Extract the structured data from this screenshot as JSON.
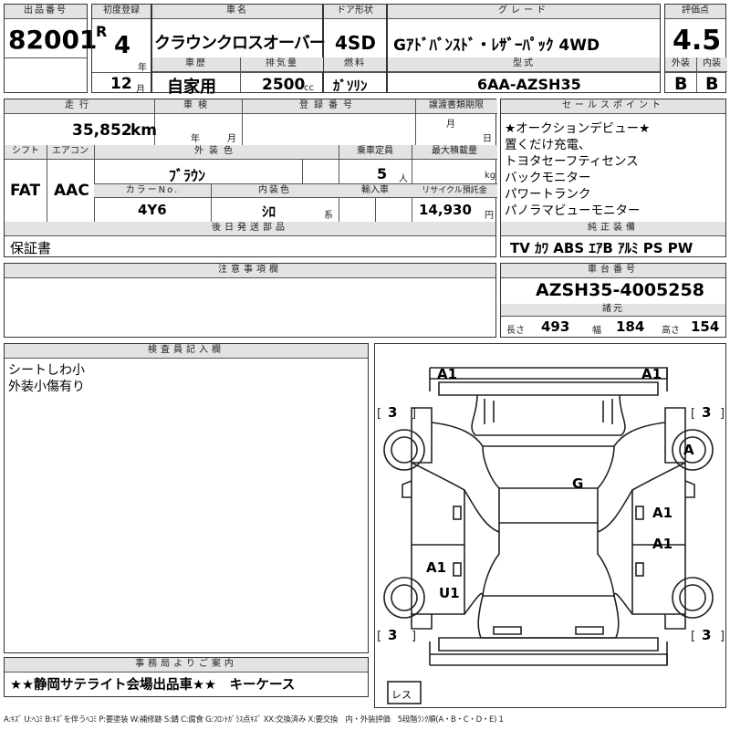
{
  "header": {
    "lot_no_label": "出品番号",
    "lot_no": "82001",
    "first_reg_label": "初度登録",
    "era": "R",
    "year": "4",
    "year_unit": "年",
    "month": "12",
    "month_unit": "月",
    "car_name_label": "車名",
    "car_name": "クラウンクロスオーバー",
    "door_label": "ドア形状",
    "door": "4SD",
    "grade_label": "グレード",
    "grade": "Gｱﾄﾞﾊﾞﾝｽﾄﾞ・ﾚｻﾞｰﾊﾟｯｸ 4WD",
    "score_label": "評価点",
    "score": "4.5",
    "history_label": "車歴",
    "history": "自家用",
    "displacement_label": "排気量",
    "displacement": "2500",
    "displacement_unit": "cc",
    "fuel_label": "燃料",
    "fuel": "ｶﾞｿﾘﾝ",
    "model_label": "型式",
    "model": "6AA-AZSH35",
    "exterior_label": "外装",
    "exterior_grade": "B",
    "interior_label": "内装",
    "interior_grade": "B"
  },
  "details": {
    "mileage_label": "走行",
    "mileage": "35,852",
    "mileage_unit": "km",
    "inspection_label": "車検",
    "insp_year_unit": "年",
    "insp_month_unit": "月",
    "reg_no_label": "登録番号",
    "transfer_label": "譲渡書類期限",
    "transfer_month_unit": "月",
    "transfer_day_unit": "日",
    "shift_label": "シフト",
    "shift": "FAT",
    "ac_label": "エアコン",
    "ac": "AAC",
    "color_label": "外装色",
    "color": "ﾌﾞﾗｳﾝ",
    "capacity_label": "乗車定員",
    "capacity": "5",
    "capacity_unit": "人",
    "max_load_label": "最大積載量",
    "max_load_unit": "kg",
    "color_no_label": "カラーNo.",
    "color_no": "4Y6",
    "interior_color_label": "内装色",
    "interior_color": "ｼﾛ",
    "interior_color_unit": "系",
    "import_label": "輸入車",
    "recycle_label": "リサイクル預託金",
    "recycle": "14,930",
    "recycle_unit": "円",
    "later_parts_label": "後日発送部品",
    "later_parts": "保証書"
  },
  "sales_points": {
    "label": "セールスポイント",
    "items": [
      "★オークションデビュー★",
      "置くだけ充電、",
      "トヨタセーフティセンス",
      "バックモニター",
      "パワートランク",
      "パノラマビューモニター"
    ]
  },
  "equipment": {
    "label": "純正装備",
    "value": "TV ｶﾜ ABS ｴｱB ｱﾙﾐ PS PW"
  },
  "notes": {
    "label": "注意事項欄"
  },
  "chassis": {
    "label": "車台番号",
    "value": "AZSH35-4005258",
    "spec_label": "諸元",
    "length_label": "長さ",
    "length": "493",
    "width_label": "幅",
    "width": "184",
    "height_label": "高さ",
    "height": "154"
  },
  "inspector": {
    "label": "検査員記入欄",
    "lines": [
      "シートしわ小",
      "外装小傷有り"
    ]
  },
  "office": {
    "label": "事務局よりご案内",
    "text": "★★静岡サテライト会場出品車★★　キーケース"
  },
  "diagram": {
    "marks": {
      "front_left": "A1",
      "front_right": "A1",
      "tire_fl": "3",
      "tire_fr": "3",
      "tire_rl": "3",
      "tire_rr": "3",
      "wheel_fr": "A",
      "roof": "G",
      "right_door_front": "A1",
      "right_door_rear": "A1",
      "left_door_rear": "A1",
      "left_rear": "U1"
    },
    "spare_label": "レス"
  },
  "legend": "A:ｷｽﾞ U:ﾍｺﾐ B:ｷｽﾞを伴うﾍｺﾐ P:要塗装 W:補修跡 S:錆 C:腐食 G:ﾌﾛﾝﾄｶﾞﾗｽ点ｷｽﾞ XX:交換済み X:要交換　内・外装評価　5段階ﾗﾝｸ順(A・B・C・D・E) 1"
}
